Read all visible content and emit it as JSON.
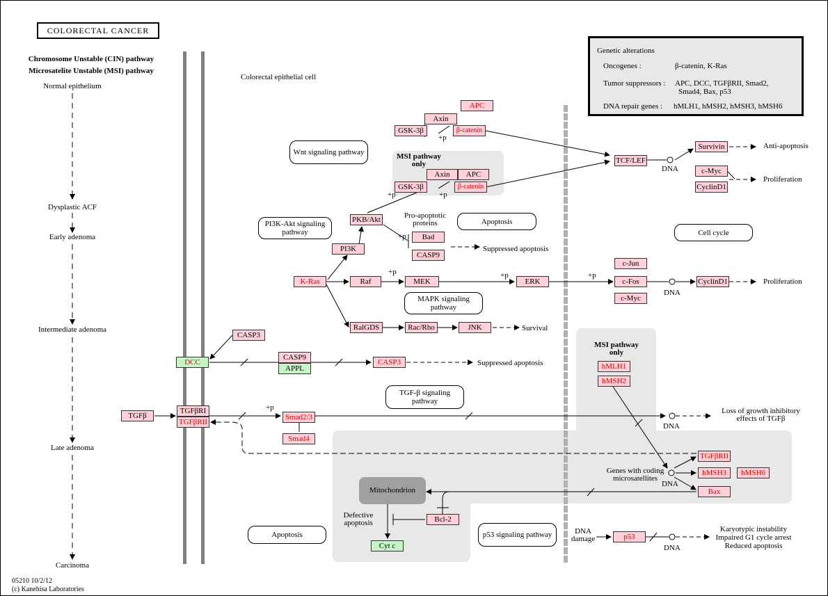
{
  "title": "COLORECTAL CANCER",
  "left_header": {
    "line1": "Chromosome Unstable (CIN) pathway",
    "line2": "Microsatelite Unstable (MSI) pathway"
  },
  "stages": [
    "Normal epithelium",
    "Dysplastic ACF",
    "Early adenoma",
    "Intermediate adenoma",
    "Late adenoma",
    "Carcinoma"
  ],
  "cell_label": "Colorectal epithelial cell",
  "legend": {
    "title": "Genetic alterations",
    "oncogenes_label": "Oncogenes :",
    "oncogenes_value": "β-catenin, K-Ras",
    "suppressors_label": "Tumor suppressors :",
    "suppressors_value_1": "APC, DCC, TGFβRII, Smad2,",
    "suppressors_value_2": "Smad4, Bax, p53",
    "repair_label": "DNA repair genes :",
    "repair_value": "hMLH1, hMSH2, hMSH3, hMSH6"
  },
  "pathways": {
    "wnt": "Wnt signaling pathway",
    "pi3k": "PI3K-Akt signaling pathway",
    "apoptosis": "Apoptosis",
    "cellcycle": "Cell cycle",
    "mapk": "MAPK signaling pathway",
    "tgfb": "TGF-β signaling pathway",
    "apoptosis2": "Apoptosis",
    "p53": "p53 signaling pathway"
  },
  "genes": {
    "apc1": "APC",
    "axin1": "Axin",
    "gsk1": "GSK-3β",
    "bcat1": "β-catenin",
    "axin2": "Axin",
    "apc2": "APC",
    "gsk2": "GSK-3β",
    "bcat2": "β-catenin",
    "tcf": "TCF/LEF",
    "survivin": "Survivin",
    "cmyc1": "c-Myc",
    "cyclind1a": "CyclinD1",
    "pkb": "PKB/Akt",
    "pi3k": "PI3K",
    "bad": "Bad",
    "casp9a": "CASP9",
    "kras": "K-Ras",
    "raf": "Raf",
    "mek": "MEK",
    "erk": "ERK",
    "cjun": "c-Jun",
    "cfos": "c-Fos",
    "cmyc2": "c-Myc",
    "cyclind1b": "CyclinD1",
    "ralgds": "RalGDS",
    "racrho": "Rac/Rho",
    "jnk": "JNK",
    "casp3a": "CASP3",
    "dcc": "DCC",
    "casp9b": "CASP9",
    "appl": "APPL",
    "casp3b": "CASP3",
    "hmlh1": "hMLH1",
    "hmsh2": "hMSH2",
    "tgfb": "TGFβ",
    "tgfbr1": "TGFβRI",
    "tgfbr2": "TGFβRII",
    "smad23": "Smad2/3",
    "smad4": "Smad4",
    "tgfbr2b": "TGFβRII",
    "hmsh3": "hMSH3",
    "hmsh6": "hMSH6",
    "bax": "Bax",
    "bcl2": "Bcl-2",
    "cytc": "Cyt c",
    "p53": "p53"
  },
  "labels": {
    "msi_only_1": "MSI pathway only",
    "msi_only_2": "MSI pathway only",
    "pro_apoptotic": "Pro-apoptotic proteins",
    "suppressed_apoptosis_1": "Suppressed apoptosis",
    "suppressed_apoptosis_2": "Suppressed apoptosis",
    "anti_apoptosis": "Anti-apoptosis",
    "proliferation_1": "Proliferation",
    "proliferation_2": "Proliferation",
    "survival": "Survival",
    "loss_growth": "Loss of growth inhibitory effects of TGFβ",
    "genes_coding": "Genes with coding microsatellites",
    "mitochondrion": "Mitochondrion",
    "defective_apoptosis": "Defective apoptosis",
    "dna_damage": "DNA damage",
    "karyotypic": "Karyotypic instability",
    "g1_arrest": "Impaired G1 cycle arrest",
    "reduced_apoptosis": "Reduced apoptosis",
    "dna": "DNA",
    "plus_p": "+p"
  },
  "footer": {
    "code": "05210 10/2/12",
    "copyright": "(c) Kanehisa Laboratories"
  }
}
